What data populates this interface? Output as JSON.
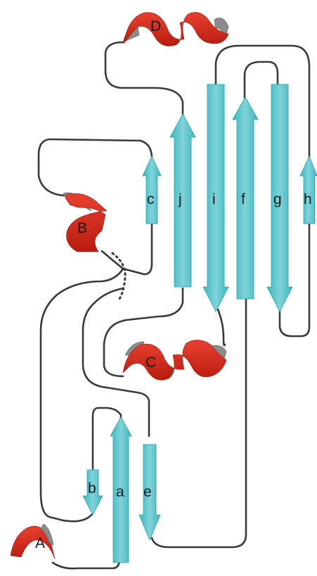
{
  "colors": {
    "strand": "#5fc4cc",
    "strand_edge": "#2a9fa9",
    "helix": "#d4291b",
    "helix_back": "#8c8c8c",
    "loop": "#3a3a3a"
  },
  "helices": {
    "A": "A",
    "B": "B",
    "C": "C",
    "D": "D"
  },
  "strands": {
    "a": "a",
    "b": "b",
    "c": "c",
    "e": "e",
    "f": "f",
    "g": "g",
    "h": "h",
    "i": "i",
    "j": "j"
  }
}
